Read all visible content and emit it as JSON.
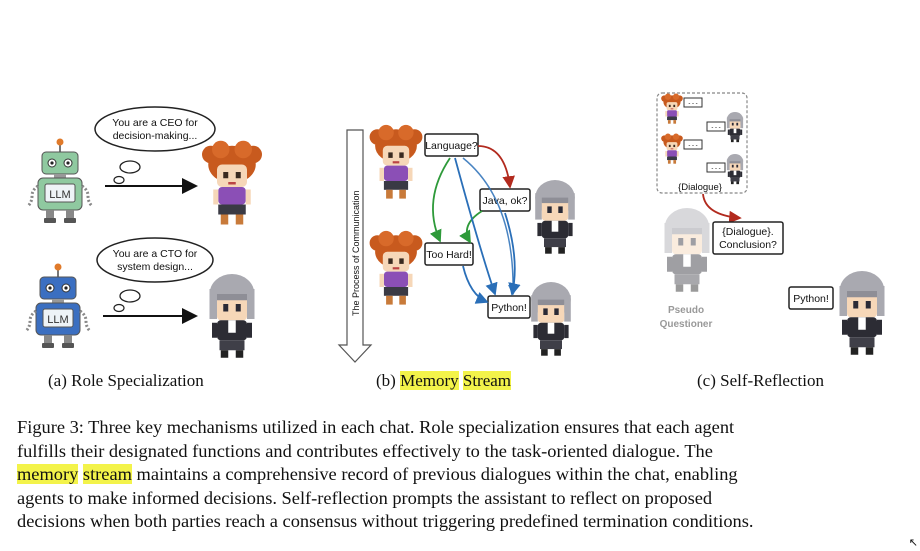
{
  "panels": {
    "a": {
      "caption": "(a) Role Specialization",
      "bubble_ceo_line1": "You are a CEO for",
      "bubble_ceo_line2": "decision-making...",
      "bubble_cto_line1": "You are a CTO for",
      "bubble_cto_line2": "system design...",
      "robot_label": "LLM"
    },
    "b": {
      "caption_prefix": "(b) ",
      "caption_memory": "Memory",
      "caption_stream": "Stream",
      "axis_label": "The Process of Communication",
      "msg_language": "Language?",
      "msg_java": "Java, ok?",
      "msg_too_hard": "Too Hard!",
      "msg_python": "Python!"
    },
    "c": {
      "caption": "(c) Self-Reflection",
      "dialogue_tag": "{Dialogue}",
      "question_line1": "{Dialogue}.",
      "question_line2": "Conclusion?",
      "pseudo_line1": "Pseudo",
      "pseudo_line2": "Questioner",
      "answer": "Python!",
      "mini_dots": "- - -"
    }
  },
  "caption": {
    "line1": "Figure 3: Three key mechanisms utilized in each chat. Role specialization ensures that each agent",
    "line2": "fulfills their designated functions and contributes effectively to the task-oriented dialogue.  The",
    "line3_memory": "memory",
    "line3_space": " ",
    "line3_stream": "stream",
    "line3_rest": " maintains a comprehensive record of previous dialogues within the chat, enabling",
    "line4": "agents to make informed decisions.  Self-reflection prompts the assistant to reflect on proposed",
    "line5": "decisions when both parties reach a consensus without triggering predefined termination conditions."
  },
  "colors": {
    "highlight": "#f3f34a",
    "arrow_red": "#b22a1e",
    "arrow_green": "#2e9a3a",
    "arrow_blue": "#2a6fb8",
    "robot_green": "#8fc9a0",
    "robot_blue": "#3b6fc1",
    "hair_orange": "#c85a1e",
    "hair_grey": "#a9a9b0"
  },
  "cursor_glyph": "↖"
}
